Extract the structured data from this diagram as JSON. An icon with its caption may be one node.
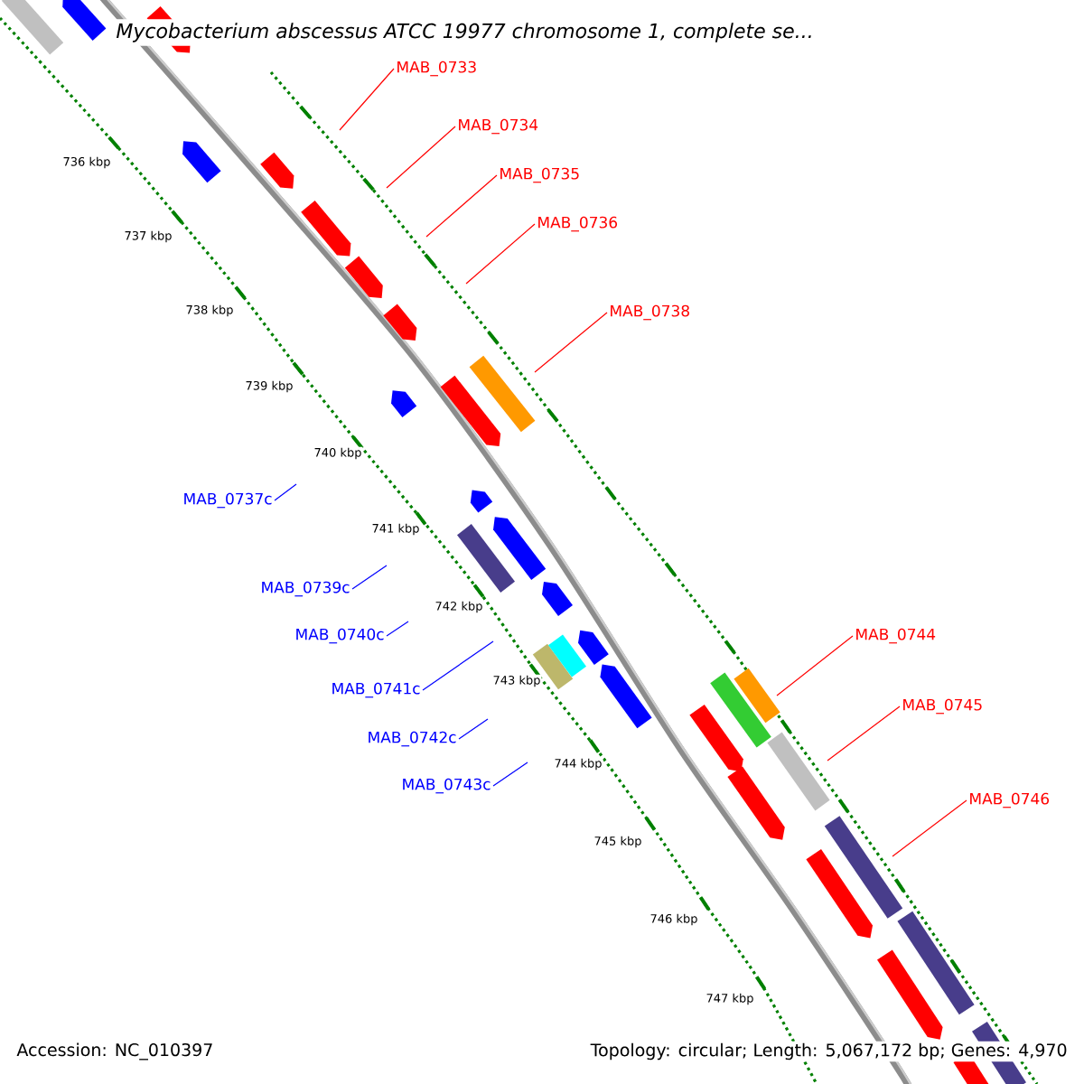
{
  "diagram": {
    "title": "*Mycobacterium abscessus* ATCC 19977 chromosome 1, complete se...",
    "nodes": [
      {
        "text": [
          "MAB_0733"
        ]
      },
      {
        "text": [
          "MAB_0734"
        ]
      },
      {
        "text": [
          "MAB_0735"
        ]
      },
      {
        "text": [
          "MAB_0736"
        ]
      },
      {
        "text": [
          "MAB_0738"
        ]
      },
      {
        "text": [
          "MAB_0737c"
        ]
      },
      {
        "text": [
          "MAB_0739c"
        ]
      },
      {
        "text": [
          "MAB_0740c"
        ]
      },
      {
        "text": [
          "MAB_0741c"
        ]
      },
      {
        "text": [
          "MAB_0742c"
        ]
      },
      {
        "text": [
          "MAB_0743c"
        ]
      },
      {
        "text": [
          "MAB_0744"
        ]
      },
      {
        "text": [
          "MAB_0745"
        ]
      },
      {
        "text": [
          "MAB_0746"
        ]
      }
    ],
    "edges": [
      {
        "from": 0,
        "to": null,
        "arrow": "none"
      },
      {
        "from": 1,
        "to": null,
        "arrow": "none"
      },
      {
        "from": 2,
        "to": null,
        "arrow": "none"
      },
      {
        "from": 3,
        "to": null,
        "arrow": "none"
      },
      {
        "from": 4,
        "to": null,
        "arrow": "none"
      },
      {
        "from": 5,
        "to": null,
        "arrow": "none",
        "color": "#0000ff"
      },
      {
        "from": 6,
        "to": null,
        "arrow": "none",
        "color": "#0000ff"
      },
      {
        "from": 7,
        "to": null,
        "arrow": "none",
        "color": "#0000ff"
      },
      {
        "from": 8,
        "to": null,
        "arrow": "none",
        "color": "#0000ff"
      },
      {
        "from": 9,
        "to": null,
        "arrow": "none",
        "color": "#0000ff"
      },
      {
        "from": 10,
        "to": null,
        "arrow": "none",
        "color": "#0000ff"
      },
      {
        "from": 11,
        "to": null,
        "arrow": "none"
      },
      {
        "from": 12,
        "to": null,
        "arrow": "none"
      },
      {
        "from": 13,
        "to": null,
        "arrow": "none"
      }
    ],
    "labels": [
      "736 kbp",
      "737 kbp",
      "738 kbp",
      "739 kbp",
      "740 kbp",
      "741 kbp",
      "742 kbp",
      "743 kbp",
      "744 kbp",
      "745 kbp",
      "746 kbp",
      "747 kbp",
      "Accession: NC_010397",
      "Topology: circular; Length: 5,067,172 bp; Genes: 4,970"
    ]
  }
}
